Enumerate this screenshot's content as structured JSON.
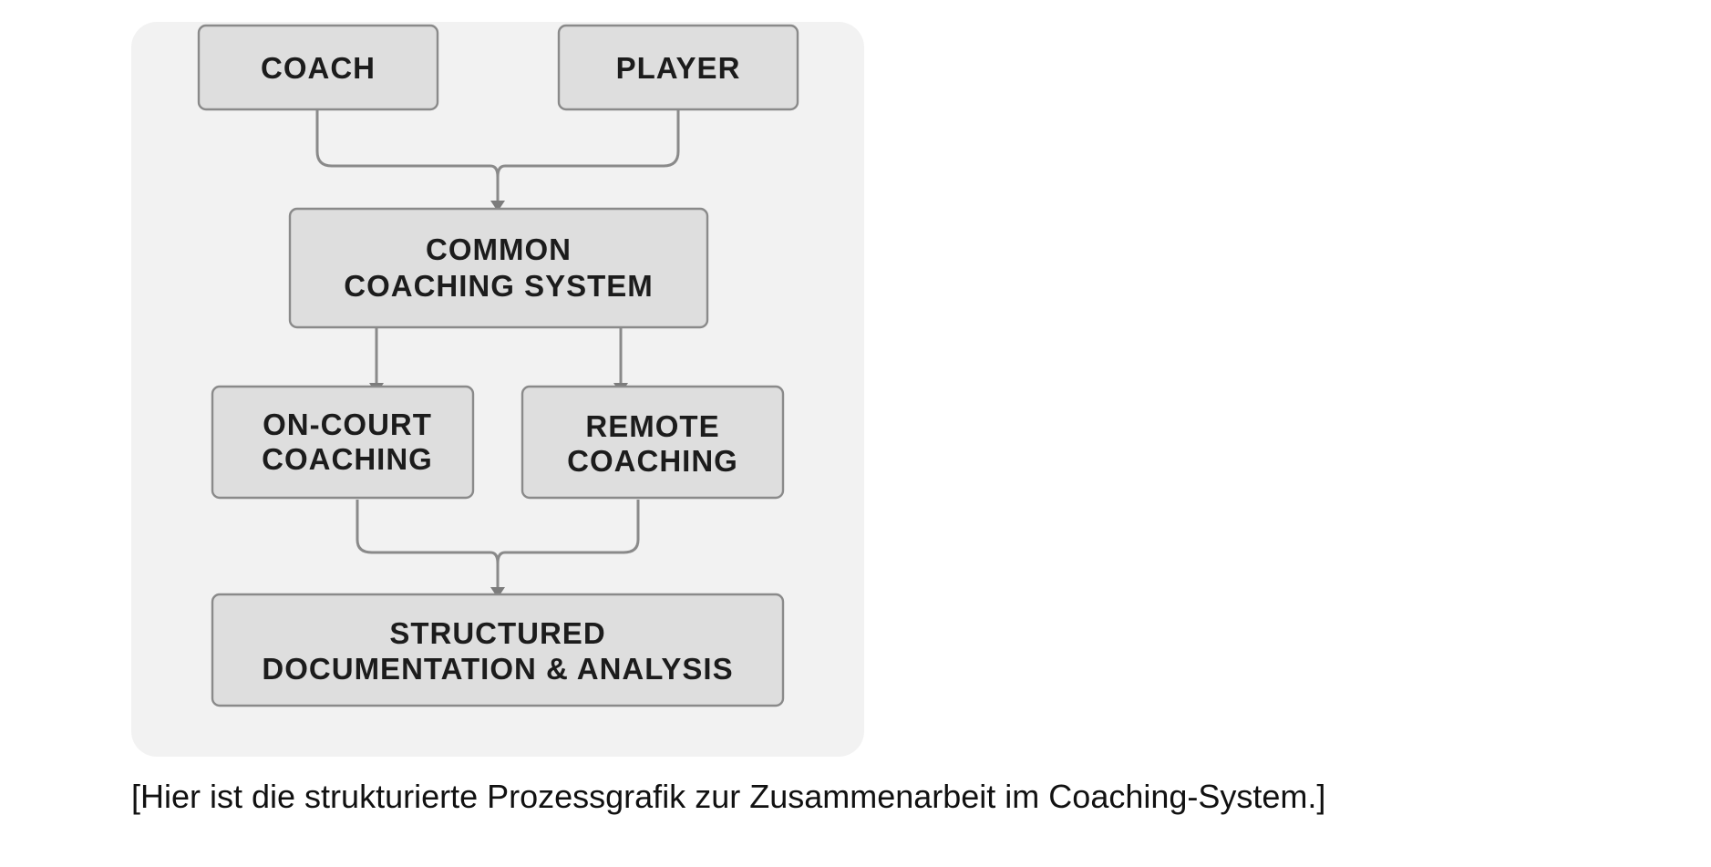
{
  "diagram": {
    "nodes": {
      "coach": {
        "lines": [
          "COACH"
        ]
      },
      "player": {
        "lines": [
          "PLAYER"
        ]
      },
      "common": {
        "lines": [
          "COMMON",
          "COACHING SYSTEM"
        ]
      },
      "oncourt": {
        "lines": [
          "ON-COURT",
          "COACHING"
        ]
      },
      "remote": {
        "lines": [
          "REMOTE",
          "COACHING"
        ]
      },
      "structured": {
        "lines": [
          "STRUCTURED",
          "DOCUMENTATION & ANALYSIS"
        ]
      }
    },
    "edges": [
      {
        "from": "coach",
        "to": "common"
      },
      {
        "from": "player",
        "to": "common"
      },
      {
        "from": "common",
        "to": "oncourt"
      },
      {
        "from": "common",
        "to": "remote"
      },
      {
        "from": "oncourt",
        "to": "structured"
      },
      {
        "from": "remote",
        "to": "structured"
      }
    ]
  },
  "caption": {
    "text": "[Hier ist die strukturierte Prozessgrafik zur Zusammenarbeit im Coaching-System.]"
  }
}
